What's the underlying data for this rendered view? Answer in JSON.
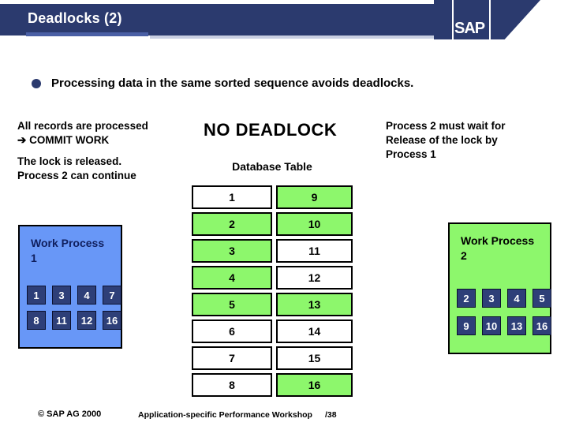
{
  "header": {
    "title": "Deadlocks (2)",
    "logo_text": "SAP"
  },
  "bullet": {
    "text": "Processing data in the same sorted sequence avoids deadlocks."
  },
  "left_notes": {
    "line1": "All records are processed",
    "arrow": "➔",
    "line2": "COMMIT WORK",
    "line3": "The lock is released.",
    "line4": "Process 2 can continue"
  },
  "center": {
    "title": "NO DEADLOCK",
    "table_label": "Database Table"
  },
  "right_note": {
    "lines": [
      "Process 2 must wait for",
      "Release of the lock by",
      "Process 1"
    ]
  },
  "db_table": {
    "rows": [
      {
        "left": "1",
        "left_locked": false,
        "right": "9",
        "right_locked": true
      },
      {
        "left": "2",
        "left_locked": true,
        "right": "10",
        "right_locked": true
      },
      {
        "left": "3",
        "left_locked": true,
        "right": "11",
        "right_locked": false
      },
      {
        "left": "4",
        "left_locked": true,
        "right": "12",
        "right_locked": false
      },
      {
        "left": "5",
        "left_locked": true,
        "right": "13",
        "right_locked": true
      },
      {
        "left": "6",
        "left_locked": false,
        "right": "14",
        "right_locked": false
      },
      {
        "left": "7",
        "left_locked": false,
        "right": "15",
        "right_locked": false
      },
      {
        "left": "8",
        "left_locked": false,
        "right": "16",
        "right_locked": true
      }
    ]
  },
  "wp1": {
    "title": "Work Process 1",
    "row1": [
      "1",
      "3",
      "4",
      "7"
    ],
    "row2": [
      "8",
      "11",
      "12",
      "16"
    ]
  },
  "wp2": {
    "title": "Work Process 2",
    "row1": [
      "2",
      "3",
      "4",
      "5"
    ],
    "row2": [
      "9",
      "10",
      "13",
      "16"
    ]
  },
  "footer": {
    "copyright": "©  SAP AG 2000",
    "workshop": "Application-specific Performance Workshop",
    "page": "/38"
  },
  "colors": {
    "navy": "#2B3A6E",
    "title_underline": "#4A5FA5",
    "locked_green": "#8DF76C",
    "process_blue": "#6897F7",
    "slot_navy": "#2E3F78"
  }
}
